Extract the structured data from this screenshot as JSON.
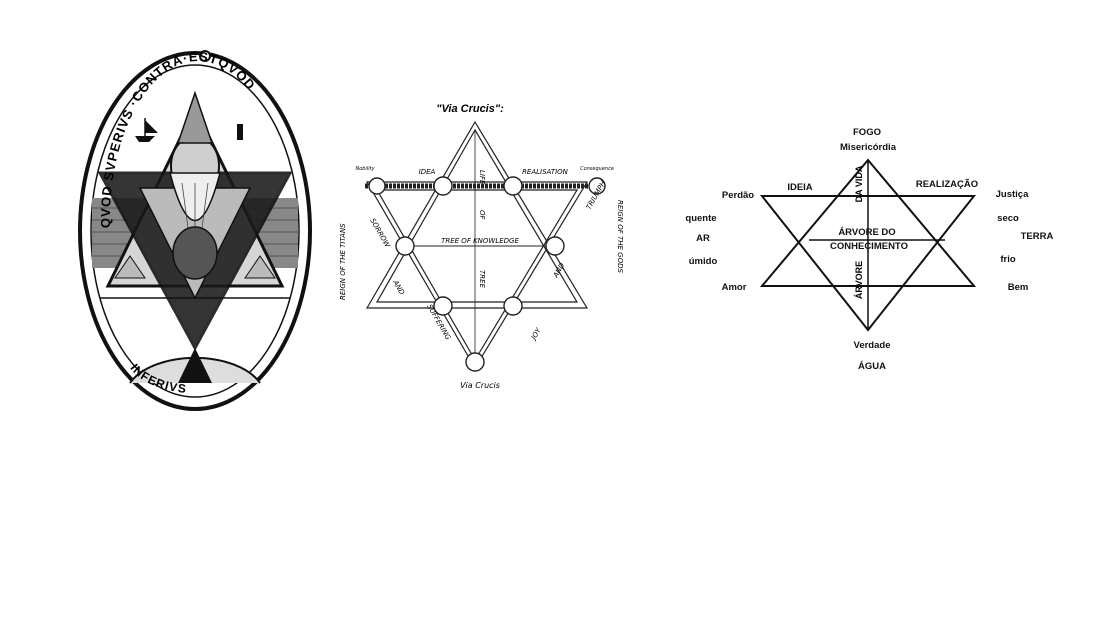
{
  "seal": {
    "top_inscription": "QVOD SVPERIVS ·CONTRA·ESTQVOD",
    "bottom_inscription": "INFERIVS"
  },
  "via_crucis": {
    "title": "\"Via Crucis\":",
    "caption": "Via Crucis",
    "idea": "IDEA",
    "realisation": "REALISATION",
    "life": "LIFE",
    "of": "OF",
    "tree_of_knowledge": "TREE OF KNOWLEDGE",
    "tree": "TREE",
    "sorrow": "SORROW",
    "and_left": "AND",
    "suffering": "SUFFERING",
    "triumph": "TRIUMPH",
    "and_right": "AND",
    "joy": "JOY",
    "reign_titans": "REIGN OF THE TITANS",
    "reign_gods": "REIGN OF THE GODS",
    "good_left": "Nobility",
    "good_right": "Consequence"
  },
  "portuguese_star": {
    "fogo": "FOGO",
    "misericordia": "Misericórdia",
    "perdao": "Perdão",
    "ideia": "IDEIA",
    "da_vida": "DA VIDA",
    "realizacao": "REALIZAÇÃO",
    "justica": "Justiça",
    "quente": "quente",
    "ar": "AR",
    "umido": "úmido",
    "seco": "seco",
    "terra": "TERRA",
    "frio": "frio",
    "arvore_do": "ÁRVORE DO",
    "conhecimento": "CONHECIMENTO",
    "arvore": "ÁRVORE",
    "amor": "Amor",
    "bem": "Bem",
    "verdade": "Verdade",
    "agua": "ÁGUA"
  }
}
